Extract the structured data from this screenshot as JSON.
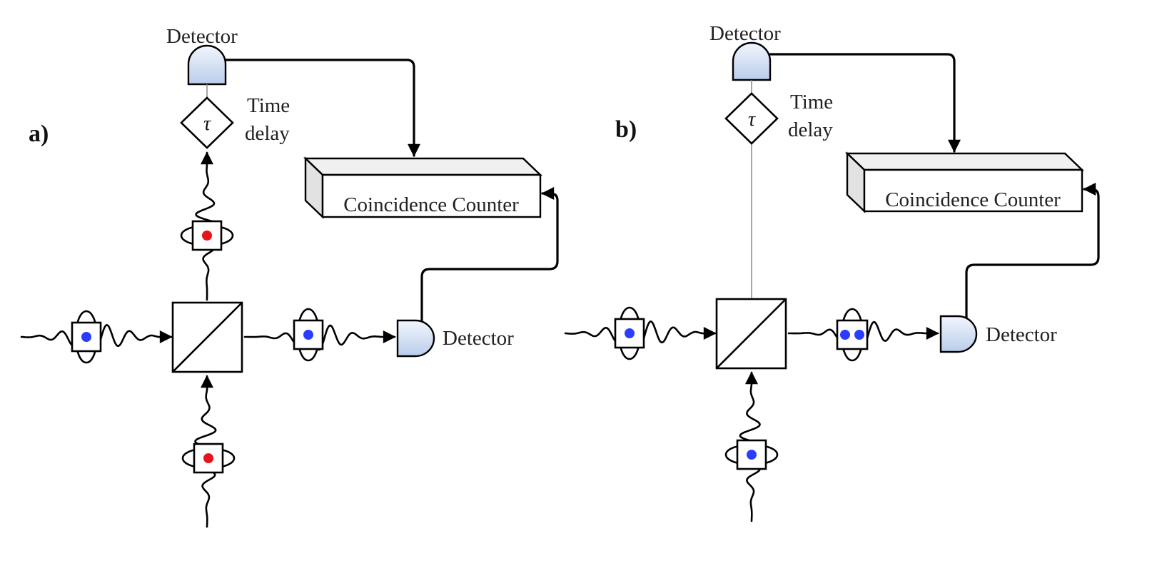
{
  "panels": [
    {
      "id": "a",
      "label": "a)",
      "top_detector_label": "Detector",
      "time_delay_line1": "Time",
      "time_delay_line2": "delay",
      "tau_symbol": "τ",
      "counter_label": "Coincidence Counter",
      "right_detector_label": "Detector",
      "photons": {
        "left_input": [
          "blue"
        ],
        "bottom_input": [
          "red"
        ],
        "top_output": [
          "red"
        ],
        "right_output": [
          "blue"
        ]
      }
    },
    {
      "id": "b",
      "label": "b)",
      "top_detector_label": "Detector",
      "time_delay_line1": "Time",
      "time_delay_line2": "delay",
      "tau_symbol": "τ",
      "counter_label": "Coincidence Counter",
      "right_detector_label": "Detector",
      "photons": {
        "left_input": [
          "blue"
        ],
        "bottom_input": [
          "blue"
        ],
        "top_output": [],
        "right_output": [
          "blue",
          "blue"
        ]
      }
    }
  ],
  "colors": {
    "photon_blue": "#2a3cff",
    "photon_red": "#e8141c",
    "detector_fill_light": "#f2f6fd",
    "detector_fill_dark": "#b9cdea",
    "counter_side": "#e2e2e2",
    "counter_top": "#f0f0f0"
  }
}
